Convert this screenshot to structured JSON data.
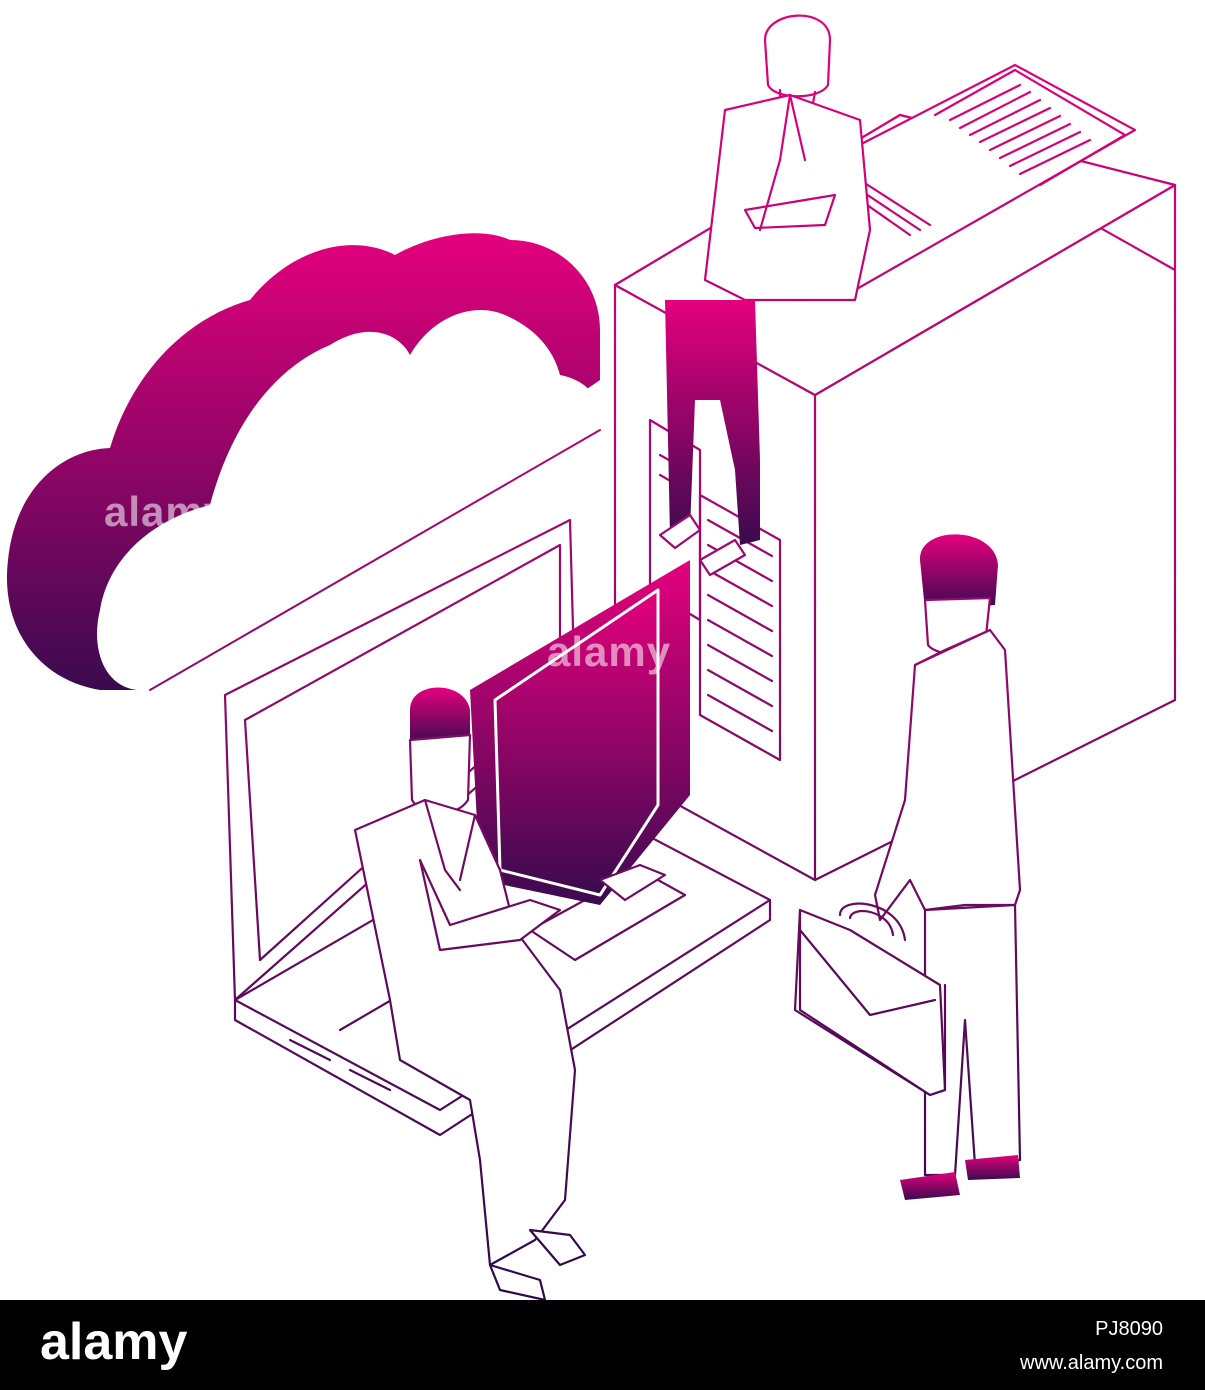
{
  "colors": {
    "magenta": "#e5007d",
    "purple": "#3a0a4f",
    "background": "#ffffff",
    "footer": "#000000"
  },
  "watermarks": [
    "alamy",
    "alamy"
  ],
  "footer": {
    "logo": "alamy",
    "image_id": "PJ8090",
    "url": "www.alamy.com"
  }
}
